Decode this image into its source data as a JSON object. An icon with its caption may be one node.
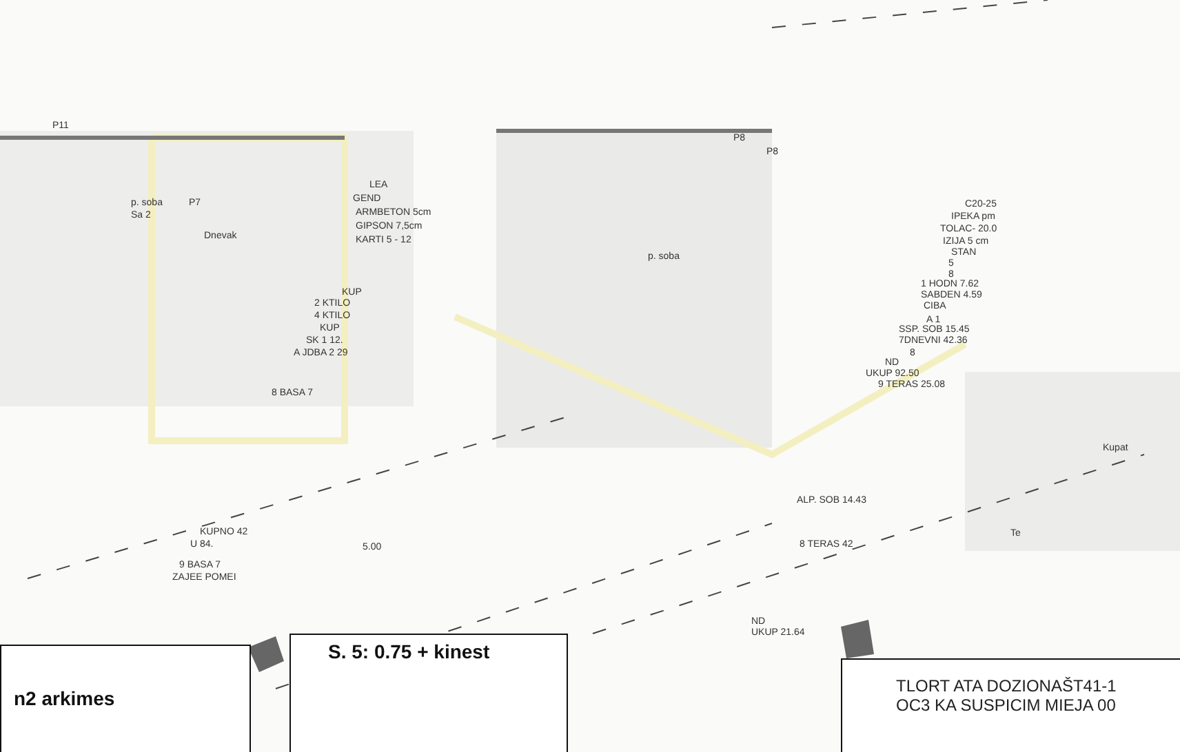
{
  "diagram": {
    "labels": [
      "P11",
      "p. soba",
      "Sa 2",
      "P7",
      "Dnevak",
      "LEA",
      "GEND",
      "ARMBETON 5cm",
      "GIPSON 7,5cm",
      "KARTI 5 - 12",
      "KUP",
      "2 KTILO",
      "4 KTILO",
      "KUP",
      "SK 1 12.",
      "A JDBA 2 29",
      "8 BASA 7",
      "KUPNO 42",
      "U 84.",
      "9 BASA 7",
      "ZAJEE POMEI",
      "5.00",
      "P8",
      "P8",
      "p. soba",
      "C20-25",
      "IPEKA pm",
      "TOLAC- 20.0",
      "IZIJA 5 cm",
      "STAN",
      "5",
      "8",
      "1 HODN 7.62",
      "SABDEN 4.59",
      "CIBA",
      "A 1",
      "SSP. SOB 15.45",
      "7DNEVNI 42.36",
      "8",
      "ND",
      "UKUP 92.50",
      "9 TERAS 25.08",
      "ALP. SOB 14.43",
      "8 TERAS 42",
      "ND",
      "UKUP 21.64",
      "Kupat",
      "Te",
      "n2 arkimes",
      "S. 5: 0.75 + kinest",
      "TLORT ATA DOZIONAŠT41-1",
      "OC3 KA SUSPICIM MIEJA 00"
    ]
  }
}
